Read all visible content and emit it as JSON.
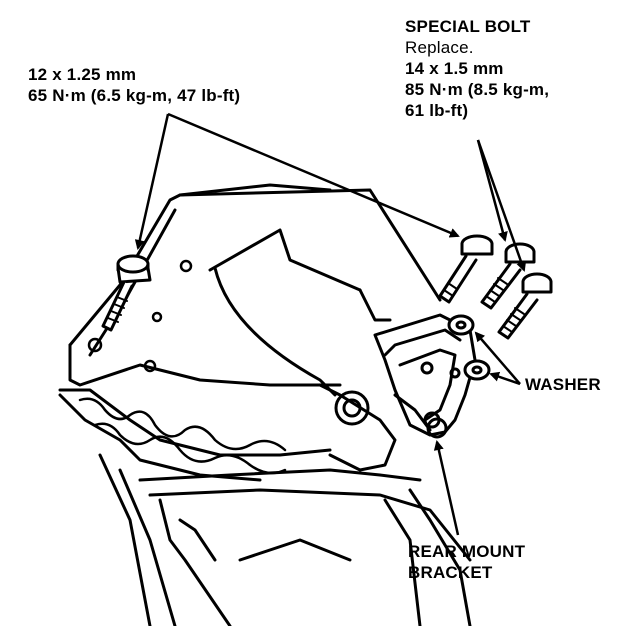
{
  "callouts": {
    "left_bolt": {
      "size": "12 x 1.25 mm",
      "torque": "65 N·m (6.5 kg-m, 47 lb-ft)"
    },
    "special_bolt": {
      "title": "SPECIAL BOLT",
      "note": "Replace.",
      "size": "14 x 1.5 mm",
      "torque_line1": "85 N·m (8.5 kg-m,",
      "torque_line2": "61 lb-ft)"
    },
    "washer": {
      "label": "WASHER"
    },
    "rear_mount_bracket": {
      "line1": "REAR MOUNT",
      "line2": "BRACKET"
    }
  },
  "colors": {
    "ink": "#000000",
    "paper": "#ffffff"
  }
}
